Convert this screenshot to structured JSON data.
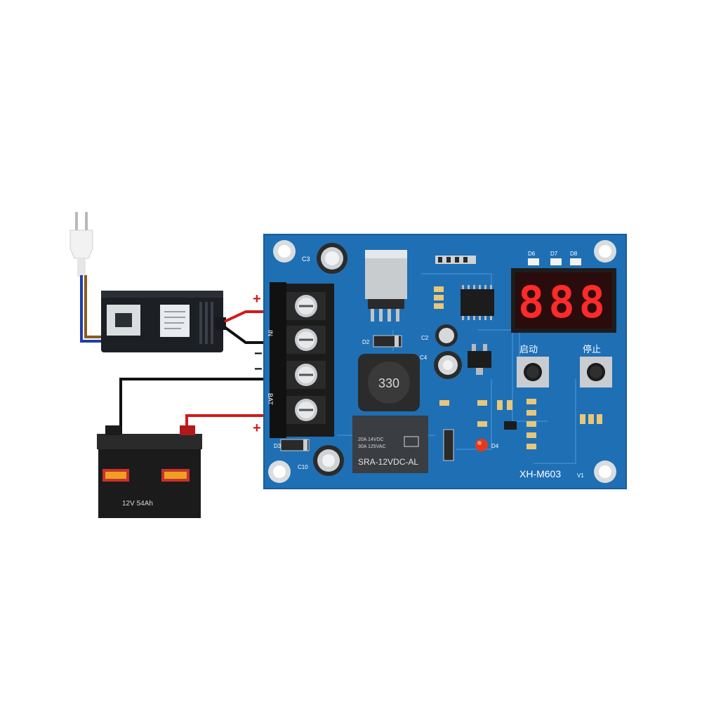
{
  "colors": {
    "pcb": "#1f6fb4",
    "pcb_edge": "#1a5d98",
    "display_red": "#ff2a2a",
    "wire_red": "#d21a1a",
    "wire_black": "#111111",
    "battery_body": "#1b1b1b",
    "adapter_body": "#1c1f24"
  },
  "board": {
    "model": "XH-M603",
    "version": "V1",
    "display_digits": "888",
    "button_start": "启动",
    "button_stop": "停止",
    "inductor_value": "330",
    "relay_model": "SRA-12VDC-AL",
    "relay_rating_1": "20A 14VDC",
    "relay_rating_2": "30A 125VAC",
    "labels": {
      "c3": "C3",
      "c2": "C2",
      "c4": "C4",
      "c10": "C10",
      "d2": "D2",
      "d3": "D3",
      "d4": "D4",
      "d6": "D6",
      "d7": "D7",
      "d8": "D8"
    }
  },
  "terminal": {
    "plus_top": "+",
    "minus_mid": "−",
    "minus_low": "−",
    "plus_bottom": "+",
    "in_label": "IN",
    "bat_label": "BAT"
  },
  "battery": {
    "rating": "12V 54Ah"
  }
}
